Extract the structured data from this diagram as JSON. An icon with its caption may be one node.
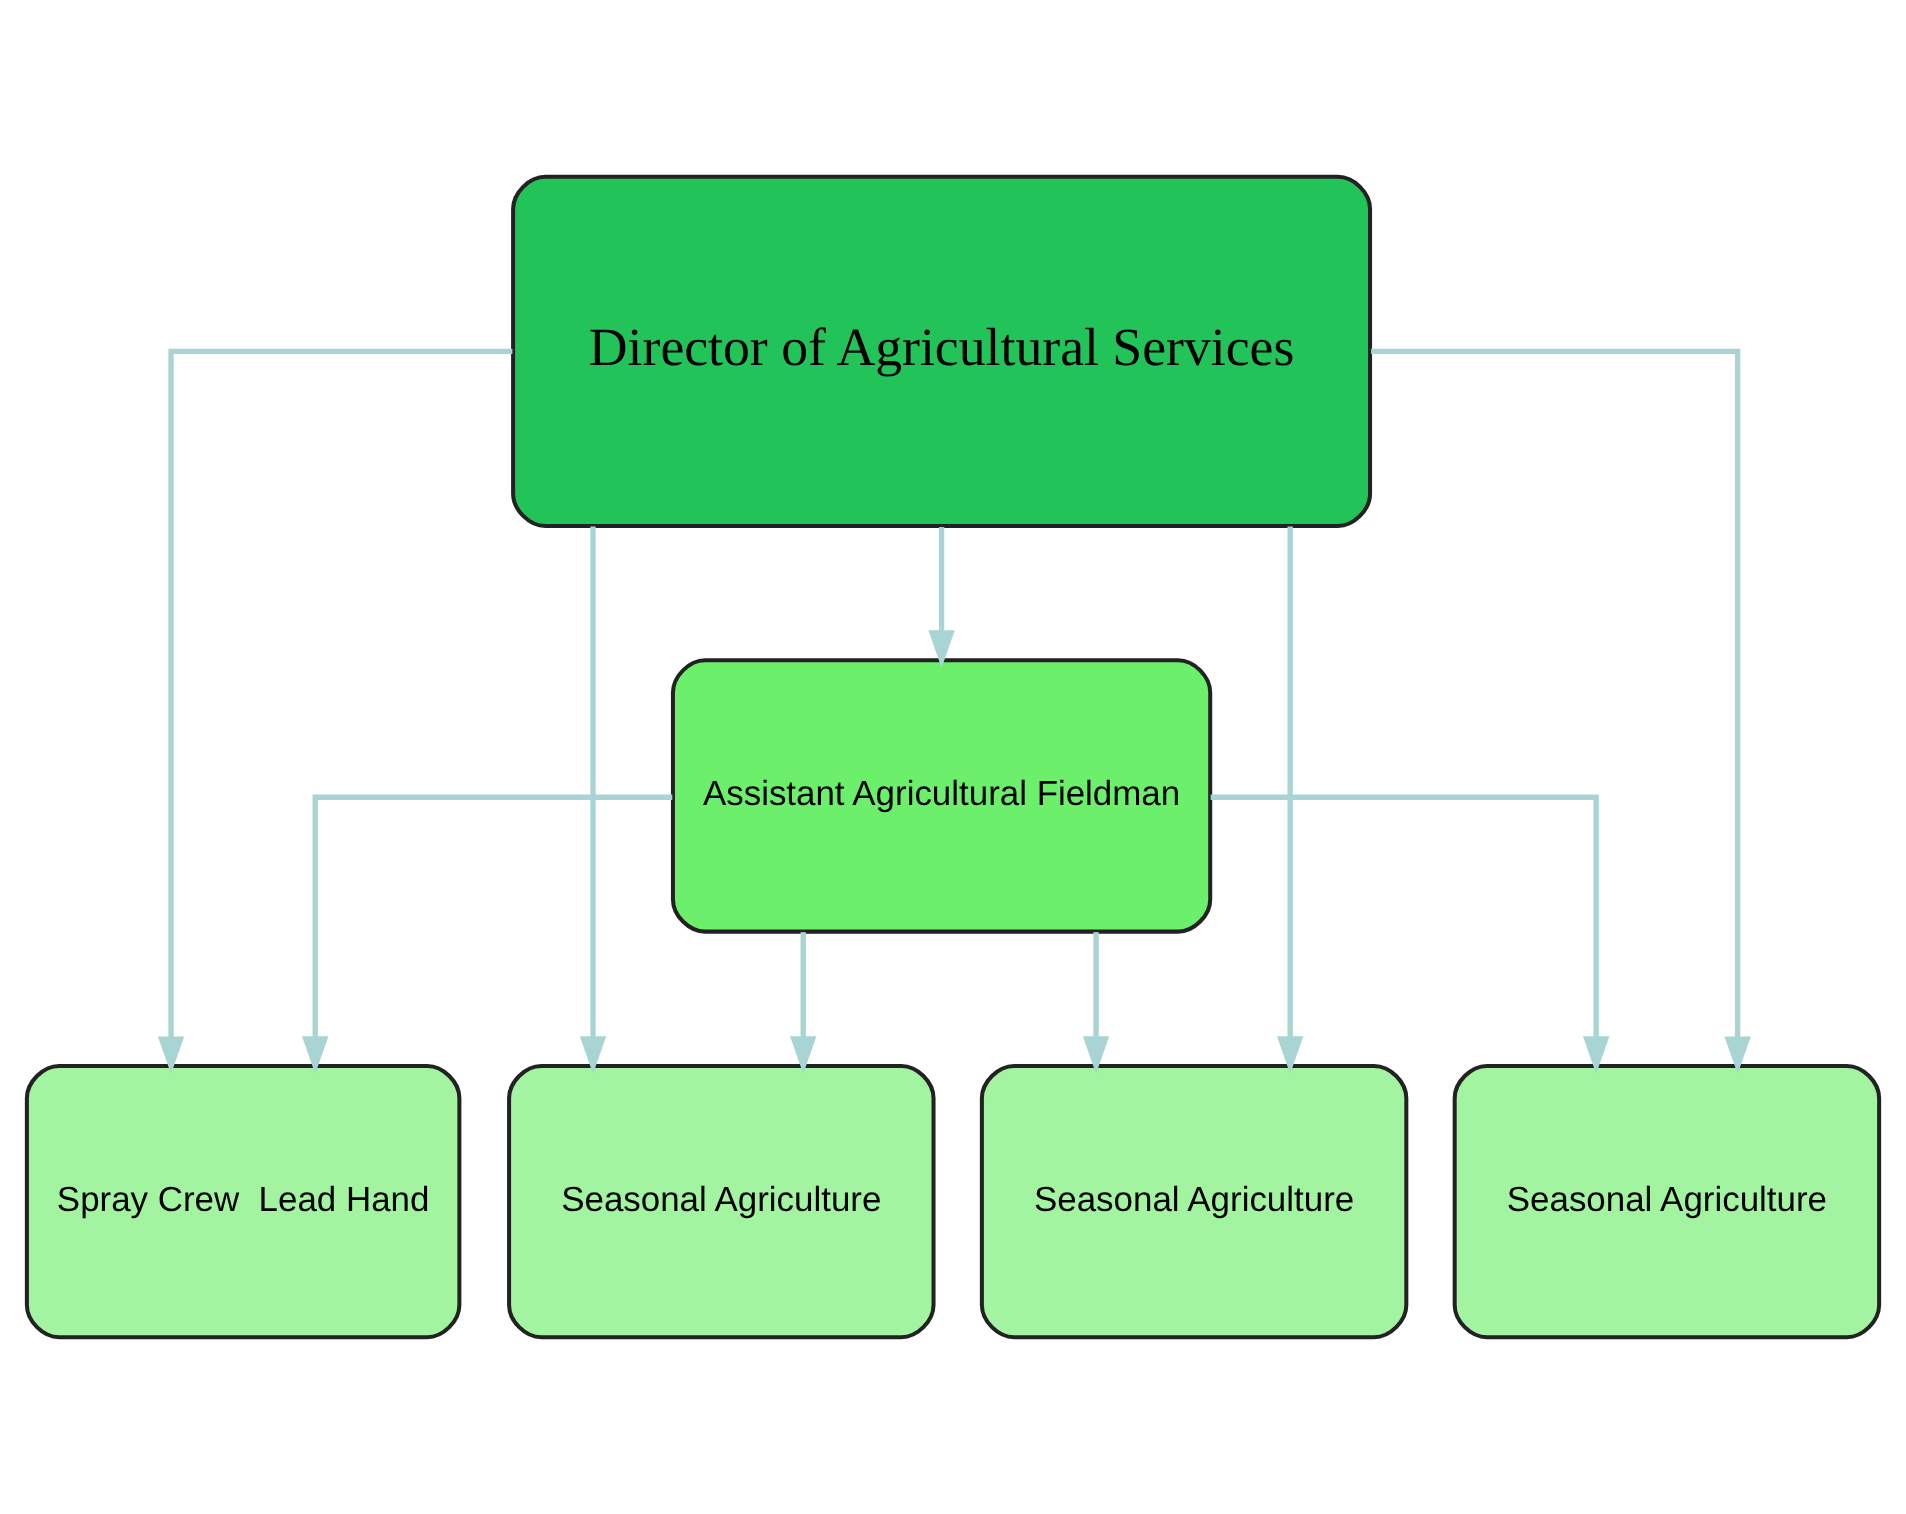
{
  "diagram": {
    "nodes": [
      {
        "text": [
          "Director of Agricultural Services"
        ]
      },
      {
        "text": [
          "Assistant Agricultural Fieldman"
        ]
      },
      {
        "text": [
          "Spray Crew  Lead Hand"
        ]
      },
      {
        "text": [
          "Seasonal Agriculture"
        ]
      },
      {
        "text": [
          "Seasonal Agriculture"
        ]
      },
      {
        "text": [
          "Seasonal Agriculture"
        ]
      }
    ],
    "edges": [
      {
        "from": 0,
        "to": 1,
        "arrow": "to"
      },
      {
        "from": 0,
        "to": 2,
        "arrow": "to"
      },
      {
        "from": 0,
        "to": 3,
        "arrow": "to"
      },
      {
        "from": 0,
        "to": 4,
        "arrow": "to"
      },
      {
        "from": 0,
        "to": 5,
        "arrow": "to"
      },
      {
        "from": 1,
        "to": 2,
        "arrow": "to"
      },
      {
        "from": 1,
        "to": 3,
        "arrow": "to"
      },
      {
        "from": 1,
        "to": 4,
        "arrow": "to"
      },
      {
        "from": 1,
        "to": 5,
        "arrow": "to"
      }
    ]
  }
}
